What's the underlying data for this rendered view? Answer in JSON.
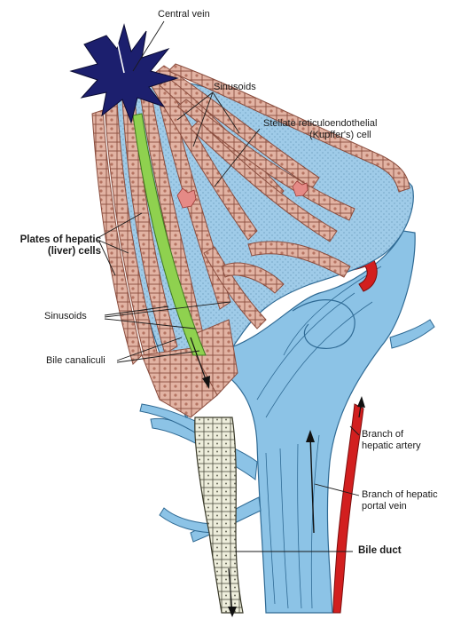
{
  "labels": {
    "central_vein": "Central vein",
    "sinusoids_top": "Sinusoids",
    "stellate_line1": "Stellate reticuloendothelial",
    "stellate_line2": "(Kupffer's) cell",
    "plates_line1": "Plates of hepatic",
    "plates_line2": "(liver) cells",
    "sinusoids_left": "Sinusoids",
    "bile_canaliculi": "Bile canaliculi",
    "hepatic_artery_line1": "Branch of",
    "hepatic_artery_line2": "hepatic artery",
    "portal_vein_line1": "Branch of hepatic",
    "portal_vein_line2": "portal vein",
    "bile_duct": "Bile duct"
  },
  "colors": {
    "central_vein": "#1c1f6e",
    "sinusoid_blue": "#9fcbe8",
    "portal_vein_blue": "#8cc3e6",
    "hepatocyte": "#e2b3a3",
    "hepatocyte_outline": "#8a4d3e",
    "bile_canaliculus": "#8fd14f",
    "hepatic_artery": "#d21f1f",
    "bile_duct": "#eeeedc",
    "kupffer_cell": "#e58a86"
  }
}
